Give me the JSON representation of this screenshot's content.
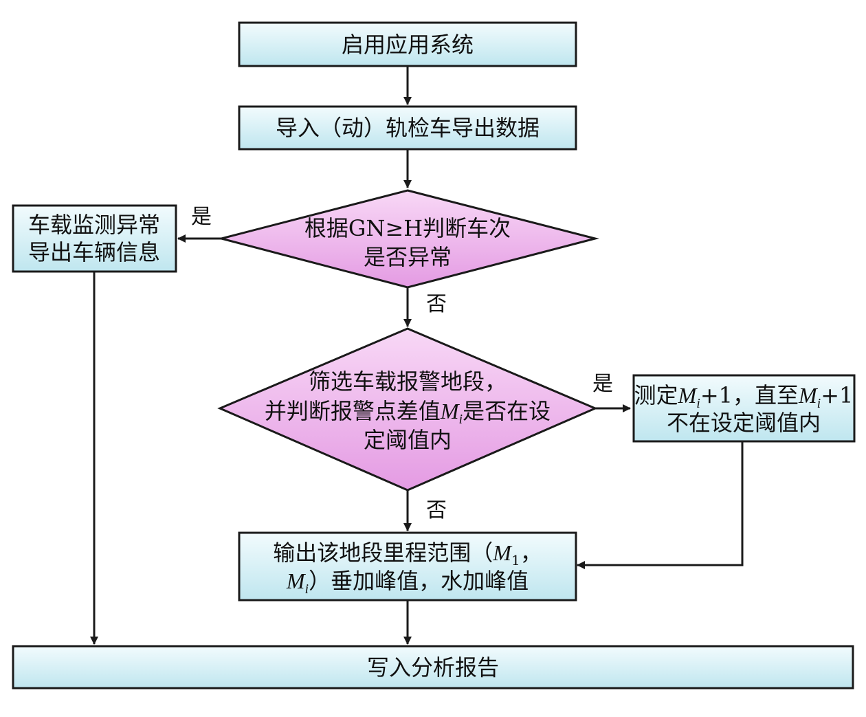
{
  "colors": {
    "box_fill_top": "#f2fbfd",
    "box_fill_bottom": "#bfe6ef",
    "diamond_fill_top": "#f8d8f6",
    "diamond_fill_bottom": "#e49be3",
    "stroke": "#1a1a1a"
  },
  "nodes": {
    "start": {
      "text": "启用应用系统"
    },
    "import": {
      "text": "导入（动）轨检车导出数据"
    },
    "decision1": {
      "line1": "根据GN≥H判断车次",
      "line2": "是否异常"
    },
    "export": {
      "line1": "车载监测异常",
      "line2": "导出车辆信息"
    },
    "decision2": {
      "line1": "筛选车载报警地段，",
      "line2_a": "并判断报警点差值",
      "line2_m": "M",
      "line2_sub": "i",
      "line2_b": "是否在设",
      "line3": "定阈值内"
    },
    "measure": {
      "line1_a": "测定",
      "m1": "M",
      "sub1": "i",
      "line1_b": "+1，直至",
      "m2": "M",
      "sub2": "i",
      "line1_c": "+1",
      "line2": "不在设定阈值内"
    },
    "output": {
      "line1_a": "输出该地段里程范围（",
      "m1": "M",
      "sub1": "1",
      "line1_b": "，",
      "m2": "M",
      "sub2": "i",
      "line2_b": "）垂加峰值，水加峰值"
    },
    "report": {
      "text": "写入分析报告"
    }
  },
  "edge_labels": {
    "d1_yes": "是",
    "d1_no": "否",
    "d2_yes": "是",
    "d2_no": "否"
  }
}
